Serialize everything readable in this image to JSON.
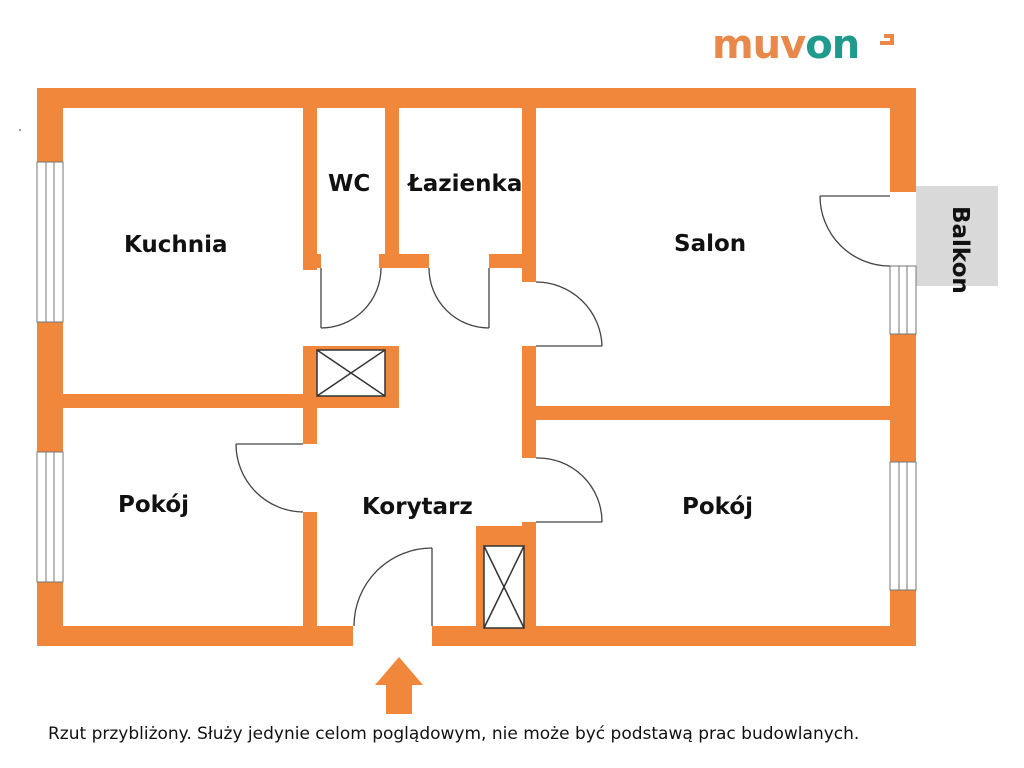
{
  "brand": {
    "logo_text_a": "muv",
    "logo_text_b": "on",
    "logo_mark": "arrow-corner-mark",
    "color_primary": "#e8884a",
    "color_secondary": "#1f9a8c"
  },
  "rooms": {
    "kitchen": "Kuchnia",
    "wc": "WC",
    "bathroom": "Łazienka",
    "living_room": "Salon",
    "balcony": "Balkon",
    "room_left": "Pokój",
    "corridor": "Korytarz",
    "room_right": "Pokój"
  },
  "entrance": {
    "icon": "entrance-arrow-icon"
  },
  "disclaimer": "Rzut przybliżony. Służy jedynie celom poglądowym, nie może być podstawą prac budowlanych.",
  "colors": {
    "wall": "#f0873a",
    "balcony_fill": "#d9d9d9",
    "line": "#333333"
  }
}
